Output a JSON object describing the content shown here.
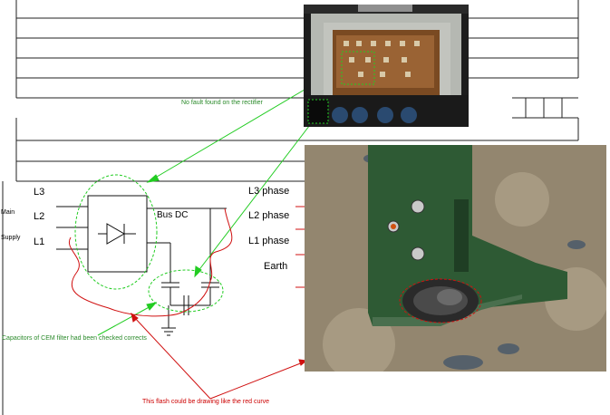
{
  "diagram": {
    "inputs": {
      "l3": "L3",
      "l2": "L2",
      "l1": "L1",
      "main": "Main",
      "supply": "Supply"
    },
    "bus_label": "Bus DC",
    "photo_labels": {
      "l3_phase": "L3 phase",
      "l2_phase": "L2 phase",
      "l1_phase": "L1 phase",
      "earth": "Earth"
    },
    "notes": {
      "rectifier": "No fault found on the rectifier",
      "capacitors": "Capacitors of CEM filter had been checked corrects",
      "flash": "This flash could be drawing like the red curve"
    },
    "colors": {
      "green_note": "#2a8a2a",
      "red_note": "#cc0000",
      "green_dash": "#22cc22",
      "red_curve": "#d01010"
    }
  }
}
